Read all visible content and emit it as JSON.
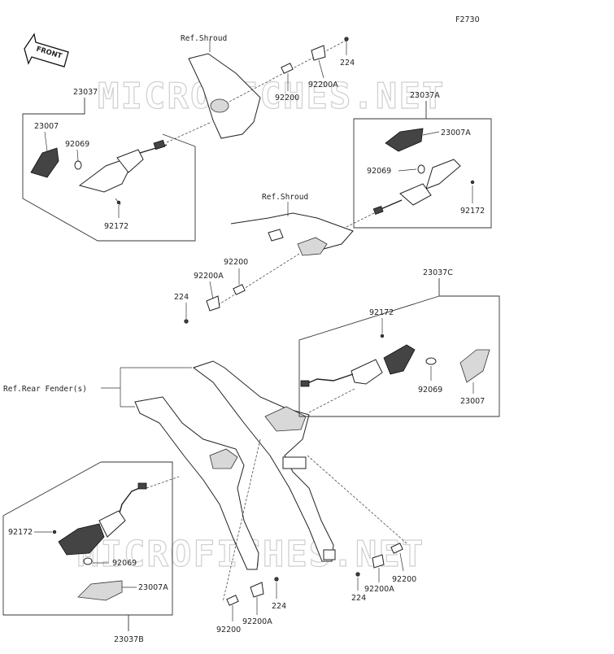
{
  "figure_code": "F2730",
  "front_label": "FRONT",
  "watermark": "MICROFICHES.NET",
  "refs": {
    "shroud_upper": "Ref.Shroud",
    "shroud_lower": "Ref.Shroud",
    "rear_fender": "Ref.Rear Fender(s)"
  },
  "assemblies": {
    "front_left": "23037",
    "front_right": "23037A",
    "rear_right": "23037C",
    "rear_left": "23037B"
  },
  "labels": {
    "fl_lens": "23007",
    "fl_bulb": "92069",
    "fl_screw": "92172",
    "fr_lens": "23007A",
    "fr_bulb": "92069",
    "fr_screw": "92172",
    "top_bolt": "224",
    "top_clip": "92200A",
    "top_nut": "92200",
    "mid_nut": "92200",
    "mid_clip": "92200A",
    "mid_bolt": "224",
    "rr_screw": "92172",
    "rr_bulb": "92069",
    "rr_lens": "23007",
    "rl_screw": "92172",
    "rl_bulb": "92069",
    "rl_lens": "23007A",
    "bl_bolt": "224",
    "bl_clip": "92200A",
    "bl_nut": "92200",
    "br_bolt": "224",
    "br_clip": "92200A",
    "br_nut": "92200"
  }
}
